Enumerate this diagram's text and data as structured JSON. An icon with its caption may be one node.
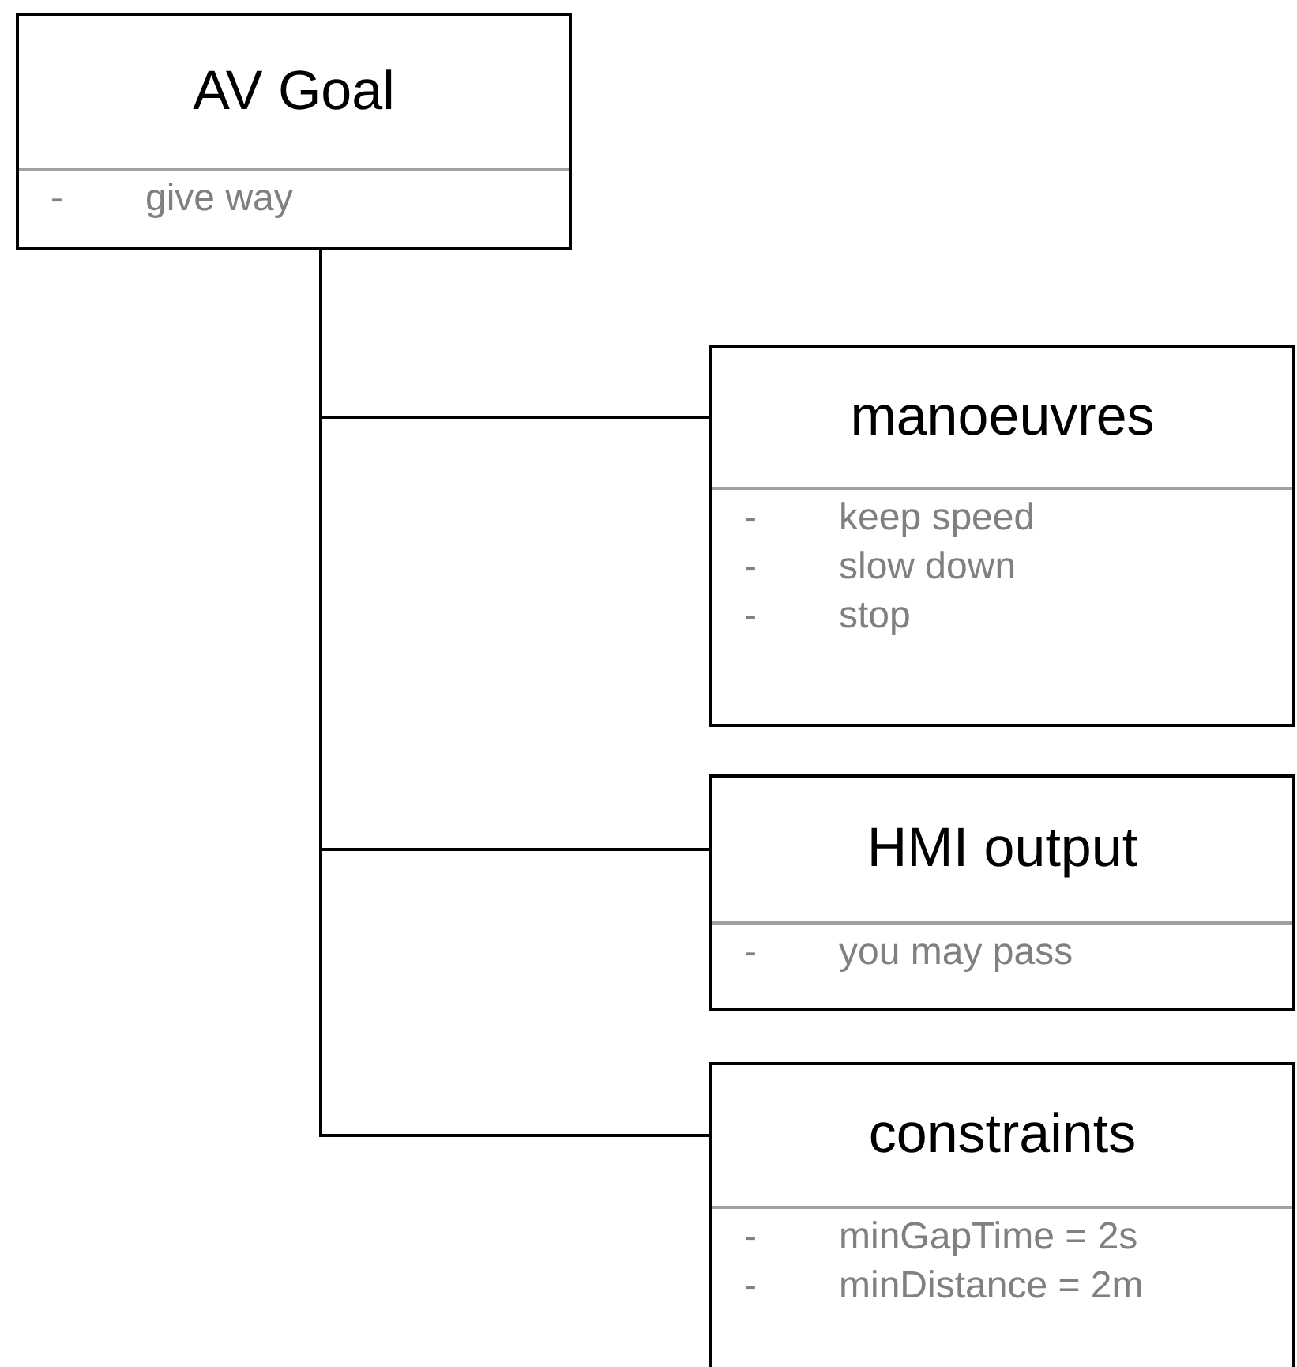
{
  "diagram": {
    "nodes": [
      {
        "text": [
          "AV Goal",
          "- give way"
        ]
      },
      {
        "text": [
          "manoeuvres",
          "- keep speed",
          "- slow down",
          "- stop"
        ]
      },
      {
        "text": [
          "HMI output",
          "- you may pass"
        ]
      },
      {
        "text": [
          "constraints",
          "- minGapTime = 2s",
          "- minDistance = 2m"
        ]
      }
    ],
    "edges": [
      {
        "from": 0,
        "to": 1,
        "arrow": "none"
      },
      {
        "from": 0,
        "to": 2,
        "arrow": "none"
      },
      {
        "from": 0,
        "to": 3,
        "arrow": "none"
      }
    ]
  }
}
